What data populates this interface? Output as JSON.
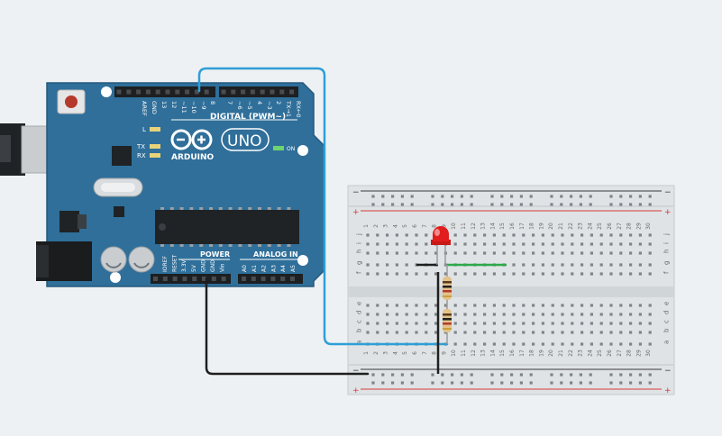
{
  "colors": {
    "background": "#eef1f3",
    "arduino_board": "#2f6f9a",
    "arduino_edge": "#25597d",
    "header_black": "#1d1f21",
    "breadboard": "#dfe3e5",
    "rail_red": "#d43b3b",
    "rail_black": "#3a3a3a",
    "wire_blue": "#2d9fd8",
    "wire_black": "#1f1f1f",
    "wire_green": "#2fa84a",
    "led_red": "#e21d1d",
    "resistor_body": "#e4c28b"
  },
  "arduino": {
    "digital_label": "DIGITAL (PWM~)",
    "analog_label": "ANALOG IN",
    "power_label": "POWER",
    "brand": "ARDUINO",
    "model": "UNO",
    "on_label": "ON",
    "l_label": "L",
    "tx_label": "TX",
    "rx_label": "RX",
    "digital_pins": [
      "AREF",
      "GND",
      "13",
      "12",
      "~11",
      "~10",
      "~9",
      "8",
      "7",
      "~6",
      "~5",
      "4",
      "~3",
      "2",
      "TX→1",
      "RX←0"
    ],
    "power_pins": [
      "IOREF",
      "RESET",
      "3.3V",
      "5V",
      "GND",
      "GND",
      "Vin"
    ],
    "analog_pins": [
      "A0",
      "A1",
      "A2",
      "A3",
      "A4",
      "A5"
    ],
    "icons": [
      "usb-port-icon",
      "power-jack-icon",
      "reset-button-icon",
      "capacitor-icon",
      "chip-icon",
      "crystal-icon",
      "infinity-logo-icon"
    ]
  },
  "breadboard": {
    "row_letters_top": [
      "j",
      "i",
      "h",
      "g",
      "f"
    ],
    "row_letters_bottom": [
      "e",
      "d",
      "c",
      "b",
      "a"
    ],
    "column_numbers": [
      "1",
      "2",
      "3",
      "4",
      "5",
      "6",
      "7",
      "8",
      "9",
      "10",
      "11",
      "12",
      "13",
      "14",
      "15",
      "16",
      "17",
      "18",
      "19",
      "20",
      "21",
      "22",
      "23",
      "24",
      "25",
      "26",
      "27",
      "28",
      "29",
      "30"
    ],
    "rail_minus": "−",
    "rail_plus": "+"
  }
}
